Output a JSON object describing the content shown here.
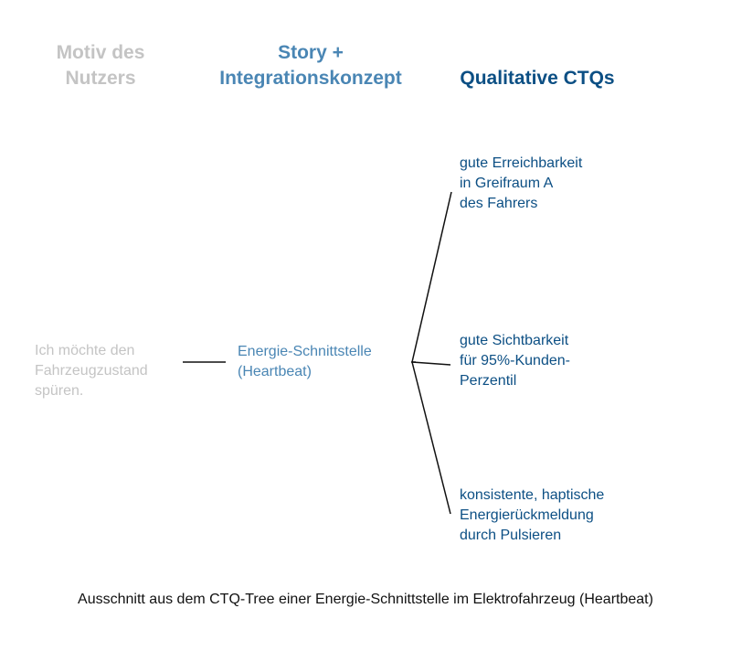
{
  "headers": {
    "motiv": "Motiv des\nNutzers",
    "story": "Story +\nIntegrationskonzept",
    "ctq": "Qualitative CTQs"
  },
  "motive": "Ich möchte den\nFahrzeugzustand\nspüren.",
  "story": "Energie-Schnittstelle\n(Heartbeat)",
  "ctqs": [
    "gute Erreichbarkeit\nin Greifraum A\ndes Fahrers",
    "gute Sichtbarkeit\nfür 95%-Kunden-\nPerzentil",
    "konsistente, haptische\nEnergierückmeldung\ndurch Pulsieren"
  ],
  "caption": "Ausschnitt aus dem CTQ-Tree einer Energie-Schnittstelle im Elektrofahrzeug (Heartbeat)",
  "colors": {
    "gray": "#c4c4c4",
    "story_blue": "#4a86b4",
    "ctq_blue": "#0c4f84",
    "line": "#111111"
  }
}
